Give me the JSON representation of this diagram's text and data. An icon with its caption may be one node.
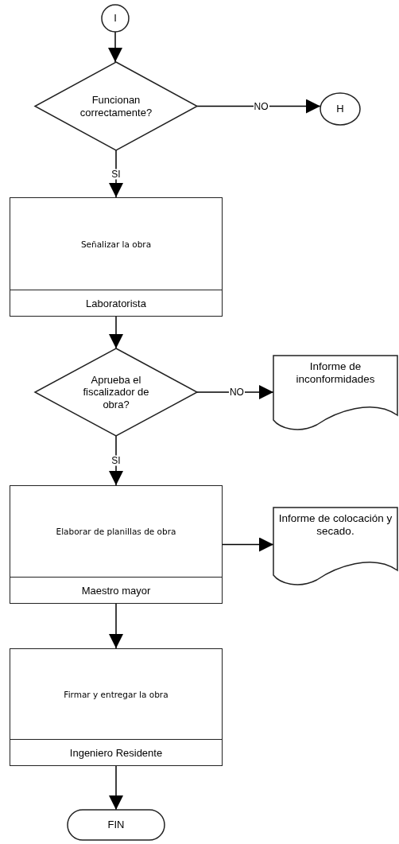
{
  "diagram": {
    "nodes": [
      {
        "text": [
          "I"
        ]
      },
      {
        "text": [
          "Funcionan correctamente?"
        ]
      },
      {
        "text": [
          "H"
        ]
      },
      {
        "text": [
          "Señalizar la obra",
          "Laboratorista"
        ]
      },
      {
        "text": [
          "Aprueba el fiscalizador de obra?"
        ]
      },
      {
        "text": [
          "Informe de inconformidades"
        ]
      },
      {
        "text": [
          "Elaborar de planillas de obra",
          "Maestro mayor"
        ]
      },
      {
        "text": [
          "Informe de colocación y secado."
        ]
      },
      {
        "text": [
          "Firmar y entregar la obra",
          "Ingeniero Residente"
        ]
      },
      {
        "text": [
          "FIN"
        ]
      }
    ],
    "edges": [
      {
        "from": 0,
        "to": 1,
        "arrow": "to"
      },
      {
        "from": 1,
        "to": 2,
        "arrow": "to",
        "label": "NO"
      },
      {
        "from": 1,
        "to": 3,
        "arrow": "to",
        "label": "SI"
      },
      {
        "from": 3,
        "to": 4,
        "arrow": "to"
      },
      {
        "from": 4,
        "to": 5,
        "arrow": "to",
        "label": "NO"
      },
      {
        "from": 4,
        "to": 6,
        "arrow": "to",
        "label": "SI"
      },
      {
        "from": 6,
        "to": 7,
        "arrow": "to"
      },
      {
        "from": 6,
        "to": 8,
        "arrow": "to"
      },
      {
        "from": 8,
        "to": 9,
        "arrow": "to"
      }
    ]
  }
}
